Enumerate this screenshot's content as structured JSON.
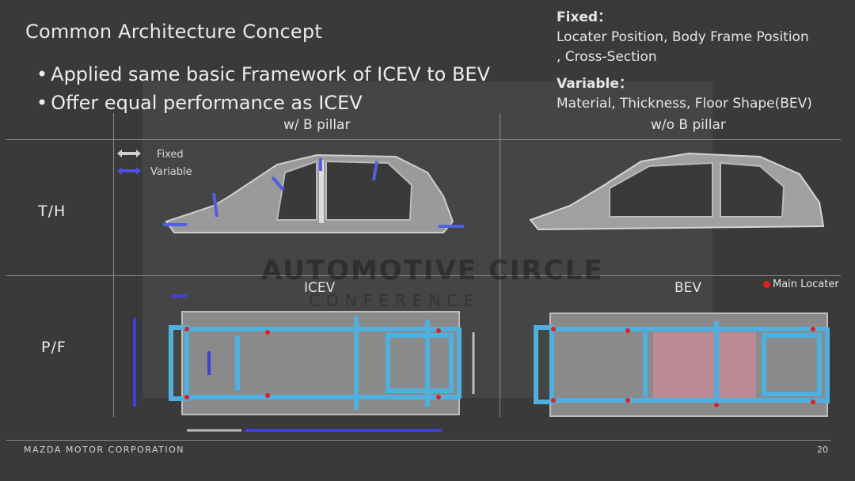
{
  "slide": {
    "title": "Common Architecture Concept",
    "bullets": [
      "Applied same basic Framework of ICEV to BEV",
      "Offer equal performance as ICEV"
    ],
    "fixed_heading": "Fixed：",
    "fixed_line1": "Locater Position, Body Frame Position",
    "fixed_line2": ", Cross-Section",
    "variable_heading": "Variable：",
    "variable_line1": "Material, Thickness, Floor Shape(BEV)",
    "col_with_b": "w/ B pillar",
    "col_without_b": "w/o B pillar",
    "row_th": "T/H",
    "row_pf": "P/F",
    "legend_fixed": "Fixed",
    "legend_variable": "Variable",
    "label_icev": "ICEV",
    "label_bev": "BEV",
    "main_locater": "Main Locater",
    "watermark_main": "AUTOMOTIVE CIRCLE",
    "watermark_sub": "CONFERENCE",
    "footer": "MAZDA MOTOR CORPORATION",
    "page": "20"
  },
  "colors": {
    "background": "#3a3a3a",
    "frame_blue": "#4fb0e0",
    "variable_arrow": "#3a3ad8",
    "locater_red": "#e02020",
    "floor_pink": "#c98b9a"
  }
}
